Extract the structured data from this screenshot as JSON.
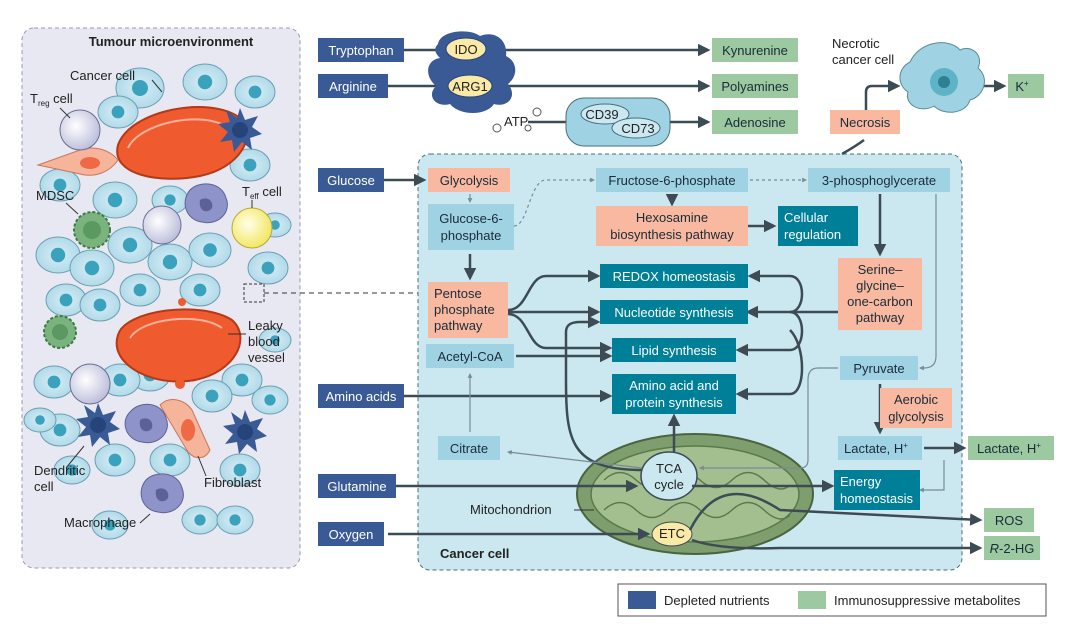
{
  "panel": {
    "title": "Tumour microenvironment",
    "cells": {
      "cancer_cell": "Cancer cell",
      "treg_cell": "T",
      "treg_sub": "reg",
      "treg_suffix": " cell",
      "teff_cell": "T",
      "teff_sub": "eff",
      "teff_suffix": " cell",
      "mdsc": "MDSC",
      "leaky_vessel_1": "Leaky",
      "leaky_vessel_2": "blood",
      "leaky_vessel_3": "vessel",
      "dendritic_1": "Dendritic",
      "dendritic_2": "cell",
      "fibroblast": "Fibroblast",
      "macrophage": "Macrophage"
    }
  },
  "nutrients": {
    "tryptophan": "Tryptophan",
    "arginine": "Arginine",
    "glucose": "Glucose",
    "amino_acids": "Amino acids",
    "glutamine": "Glutamine",
    "oxygen": "Oxygen"
  },
  "enzymes": {
    "ido": "IDO",
    "arg1": "ARG1",
    "atp": "ATP",
    "cd39": "CD39",
    "cd73": "CD73"
  },
  "metabolites": {
    "kynurenine": "Kynurenine",
    "polyamines": "Polyamines",
    "adenosine": "Adenosine",
    "k_plus": "K",
    "k_sup": "+",
    "lactate_h": "Lactate, H",
    "lactate_sup": "+",
    "ros": "ROS",
    "r2hg_italic": "R",
    "r2hg_rest": "-2-HG"
  },
  "necrosis": {
    "label_1": "Necrotic",
    "label_2": "cancer cell",
    "box": "Necrosis"
  },
  "pathways": {
    "glycolysis": "Glycolysis",
    "g6p_1": "Glucose-6-",
    "g6p_2": "phosphate",
    "f6p": "Fructose-6-phosphate",
    "pg3": "3-phosphoglycerate",
    "hexosamine_1": "Hexosamine",
    "hexosamine_2": "biosynthesis pathway",
    "cellular_reg_1": "Cellular",
    "cellular_reg_2": "regulation",
    "ppp_1": "Pentose",
    "ppp_2": "phosphate",
    "ppp_3": "pathway",
    "redox": "REDOX homeostasis",
    "nucleotide": "Nucleotide synthesis",
    "serine_1": "Serine–",
    "serine_2": "glycine–",
    "serine_3": "one-carbon",
    "serine_4": "pathway",
    "acetyl_coa": "Acetyl-CoA",
    "lipid": "Lipid synthesis",
    "pyruvate": "Pyruvate",
    "aerobic_1": "Aerobic",
    "aerobic_2": "glycolysis",
    "amino_syn_1": "Amino acid and",
    "amino_syn_2": "protein synthesis",
    "citrate": "Citrate",
    "lactate_in": "Lactate, H",
    "lactate_in_sup": "+",
    "tca_1": "TCA",
    "tca_2": "cycle",
    "energy_1": "Energy",
    "energy_2": "homeostasis",
    "etc": "ETC",
    "mitochondrion": "Mitochondrion",
    "cancer_cell": "Cancer cell"
  },
  "legend": {
    "depleted": "Depleted nutrients",
    "immuno": "Immunosuppressive metabolites"
  },
  "colors": {
    "nutrient": "#3a5a96",
    "metabolite": "#9cc9a0",
    "pathway_orange": "#f8b9a0",
    "pathway_teal": "#007f98",
    "pathway_light": "#9fd3e3",
    "cell_bg": "#cbe7f0",
    "panel_bg": "#e8e8f2"
  }
}
